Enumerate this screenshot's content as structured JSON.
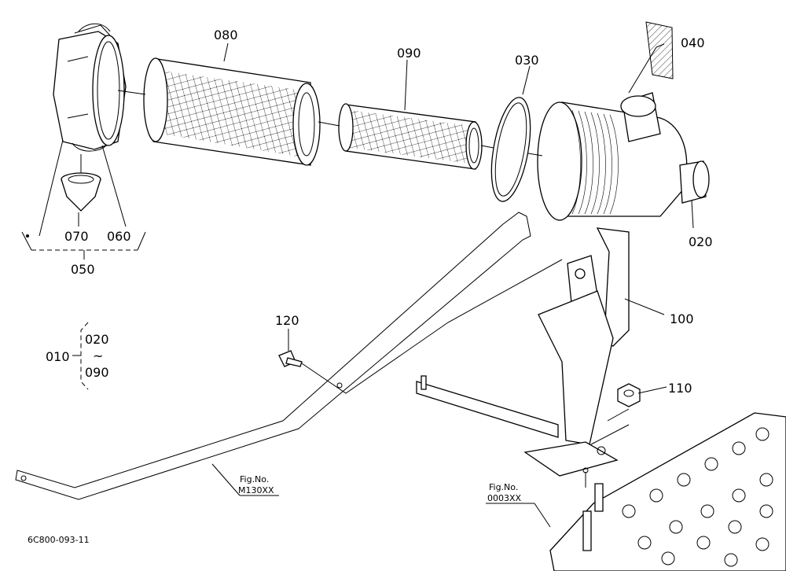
{
  "parts": {
    "p010": "010",
    "p020": "020",
    "p030": "030",
    "p040": "040",
    "p050": "050",
    "p060": "060",
    "p070": "070",
    "p080": "080",
    "p090": "090",
    "p100": "100",
    "p110": "110",
    "p120": "120"
  },
  "range": {
    "from": "020",
    "sep": "~",
    "to": "090"
  },
  "refs": {
    "fig_label_1": "Fig.No.",
    "fig_code_1": "M130XX",
    "fig_label_2": "Fig.No.",
    "fig_code_2": "0003XX"
  },
  "drawing_id": "6C800-093-11"
}
